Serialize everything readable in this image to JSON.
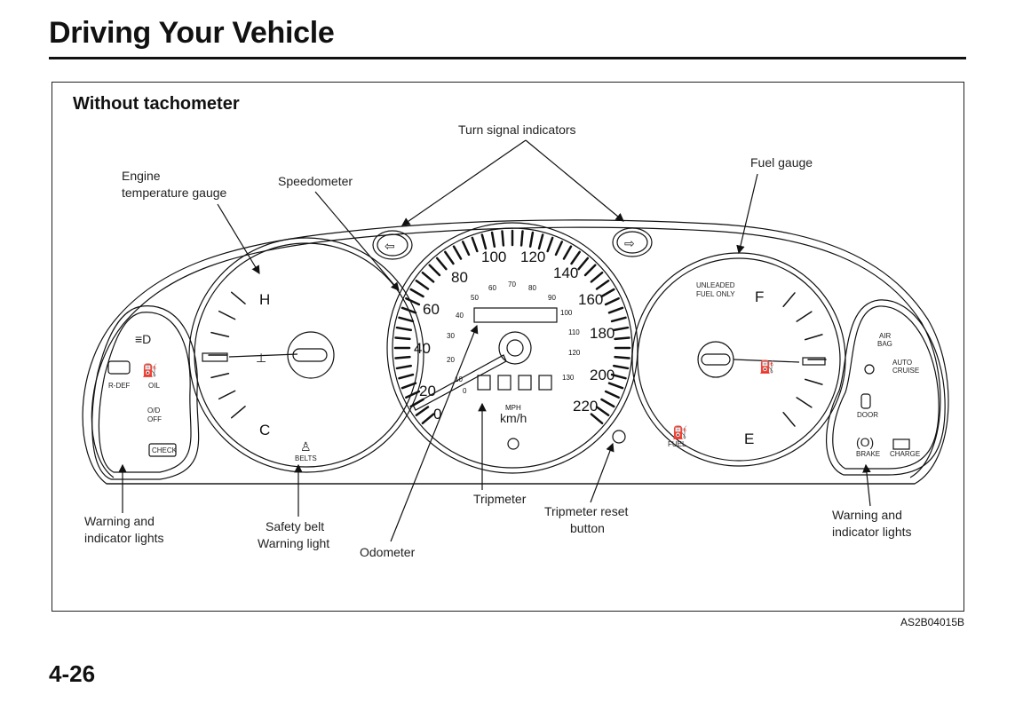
{
  "header": {
    "title": "Driving Your Vehicle"
  },
  "figure": {
    "subtitle": "Without tachometer",
    "code": "AS2B04015B",
    "callouts": {
      "turn_signal": "Turn signal indicators",
      "engine_temp_1": "Engine",
      "engine_temp_2": "temperature gauge",
      "speedometer": "Speedometer",
      "fuel_gauge": "Fuel gauge",
      "warning_left_1": "Warning and",
      "warning_left_2": "indicator lights",
      "safety_belt_1": "Safety belt",
      "safety_belt_2": "Warning light",
      "odometer": "Odometer",
      "tripmeter": "Tripmeter",
      "trip_reset_1": "Tripmeter reset",
      "trip_reset_2": "button",
      "warning_right_1": "Warning and",
      "warning_right_2": "indicator lights"
    },
    "temp_gauge": {
      "hot": "H",
      "cold": "C",
      "belts": "BELTS"
    },
    "left_lights": {
      "rdef": "R-DEF",
      "oil": "OIL",
      "od1": "O/D",
      "od2": "OFF",
      "check": "CHECK"
    },
    "speedo": {
      "kmh": [
        "0",
        "20",
        "40",
        "60",
        "80",
        "100",
        "120",
        "140",
        "160",
        "180",
        "200",
        "220"
      ],
      "mph": [
        "0",
        "10",
        "20",
        "30",
        "40",
        "50",
        "60",
        "70",
        "80",
        "90",
        "100",
        "110",
        "120",
        "130"
      ],
      "unit1": "MPH",
      "unit2": "km/h"
    },
    "fuel": {
      "full": "F",
      "empty": "E",
      "unleaded1": "UNLEADED",
      "unleaded2": "FUEL ONLY",
      "fuel": "FUEL"
    },
    "right_lights": {
      "air1": "AIR",
      "air2": "BAG",
      "auto1": "AUTO",
      "auto2": "CRUISE",
      "door": "DOOR",
      "brake": "BRAKE",
      "charge": "CHARGE"
    }
  },
  "footer": {
    "page": "4-26"
  }
}
